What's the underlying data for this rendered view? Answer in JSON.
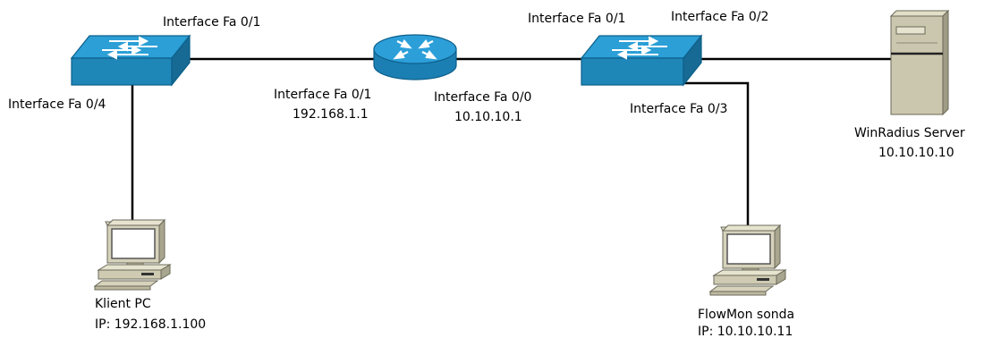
{
  "colors": {
    "switch_top": "#2b9fd6",
    "switch_side": "#1f86b8",
    "router_top": "#2c9fd9",
    "router_side": "#1b7fb3",
    "link": "#000000",
    "computer_body": "#cfcbb3",
    "server_body": "#cbc7ae"
  },
  "devices": {
    "switch_left": {
      "icon": "network-switch",
      "top_port": "Interface Fa 0/1",
      "side_port": "Interface Fa 0/4"
    },
    "router": {
      "icon": "router",
      "left_port": "Interface Fa 0/1",
      "left_ip": "192.168.1.1",
      "right_port": "Interface Fa 0/0",
      "right_ip": "10.10.10.1"
    },
    "switch_right": {
      "icon": "network-switch",
      "port_left": "Interface Fa 0/1",
      "port_right": "Interface Fa 0/2",
      "port_down": "Interface Fa 0/3"
    },
    "server": {
      "icon": "server-tower",
      "name": "WinRadius Server",
      "ip": "10.10.10.10"
    },
    "client_pc": {
      "icon": "desktop-computer",
      "name": "Klient PC",
      "ip": "IP: 192.168.1.100"
    },
    "probe": {
      "icon": "desktop-computer",
      "name": "FlowMon sonda",
      "ip": "IP: 10.10.10.11"
    }
  }
}
